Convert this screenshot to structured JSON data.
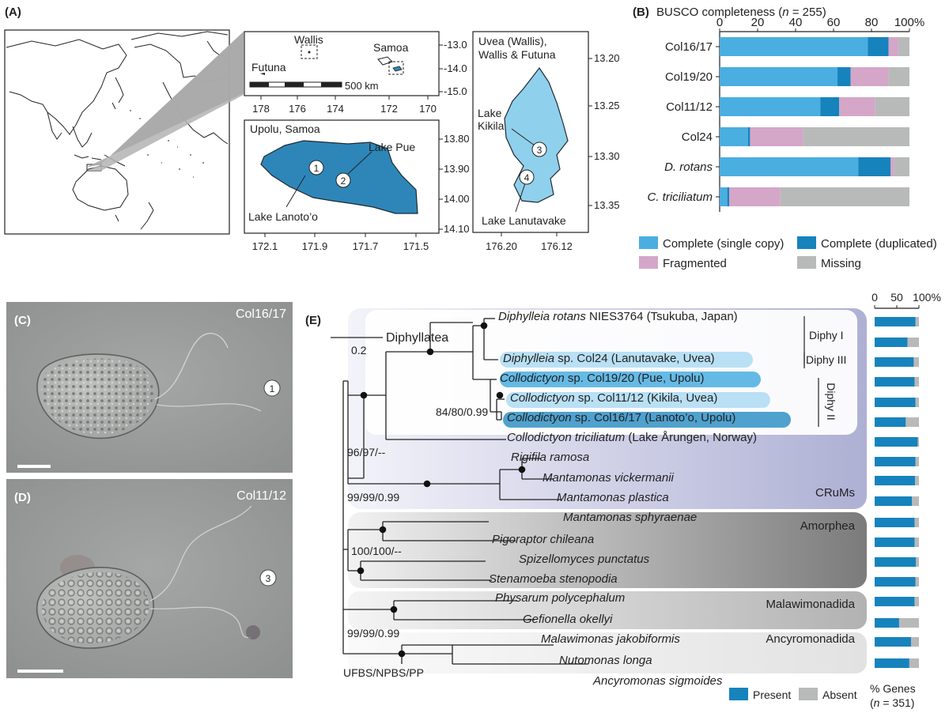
{
  "panels": {
    "a": "(A)",
    "b": "(B)",
    "c": "(C)",
    "d": "(D)",
    "e": "(E)"
  },
  "map": {
    "wallis": "Wallis",
    "futuna": "Futuna",
    "samoa": "Samoa",
    "scale": "500 km",
    "samoa_ticks": [
      "-13.0",
      "-14.0",
      "-15.0"
    ],
    "region_lon": [
      "178",
      "176",
      "174",
      "172",
      "170"
    ],
    "upolu_title": "Upolu, Samoa",
    "upolu_lat": [
      "13.80",
      "13.90",
      "14.00",
      "14.10"
    ],
    "upolu_lon": [
      "172.1",
      "171.9",
      "171.7",
      "171.5"
    ],
    "lake_pue": "Lake Pue",
    "lake_lanotoo": "Lake Lanoto’o",
    "uvea_title": [
      "Uvea (Wallis),",
      "Wallis & Futuna"
    ],
    "uvea_lat": [
      "13.20",
      "13.25",
      "13.30",
      "13.35"
    ],
    "uvea_lon": [
      "176.20",
      "176.12"
    ],
    "lake_kikila": [
      "Lake",
      "Kikila"
    ],
    "lake_lanutavake": "Lake Lanutavake",
    "sites": [
      "1",
      "2",
      "3",
      "4"
    ]
  },
  "busco": {
    "title_prefix": "BUSCO completeness (",
    "title_n": "n",
    "title_suffix": " = 255)",
    "ticks": [
      "0",
      "20",
      "40",
      "60",
      "80",
      "100%"
    ],
    "legend": [
      "Complete (single copy)",
      "Complete (duplicated)",
      "Fragmented",
      "Missing"
    ],
    "colors": {
      "single": "#4aaee0",
      "dup": "#1683bd",
      "frag": "#d4a6c8",
      "miss": "#b8baba"
    }
  },
  "chart_data": {
    "type": "bar",
    "title": "BUSCO completeness (n = 255)",
    "orientation": "horizontal-stacked",
    "xlim": [
      0,
      100
    ],
    "categories": [
      "Col16/17",
      "Col19/20",
      "Col11/12",
      "Col24",
      "D. rotans",
      "C. triciliatum"
    ],
    "series": [
      {
        "name": "Complete (single copy)",
        "values": [
          78,
          62,
          53,
          15,
          73,
          4
        ]
      },
      {
        "name": "Complete (duplicated)",
        "values": [
          11,
          7,
          10,
          1,
          17,
          1
        ]
      },
      {
        "name": "Fragmented",
        "values": [
          5,
          20,
          19,
          28,
          2,
          27
        ]
      },
      {
        "name": "Missing",
        "values": [
          6,
          11,
          18,
          56,
          8,
          68
        ]
      }
    ]
  },
  "micro": {
    "c_label": "Col16/17",
    "c_site": "1",
    "d_label": "Col11/12",
    "d_site": "3"
  },
  "tree": {
    "scale": "0.2",
    "diphyllatea": "Diphyllatea",
    "supports": [
      "96/97/--",
      "99/99/0.99",
      "100/100/--",
      "99/99/0.99",
      "84/80/0.99"
    ],
    "footer": "UFBS/NPBS/PP",
    "groups": {
      "diphy1": "Diphy I",
      "diphy3": "Diphy III",
      "diphy2": "Diphy II",
      "crums": "CRuMs",
      "amorphea": "Amorphea",
      "malawimonadida": "Malawimonadida",
      "ancyromonadida": "Ancyromonadida"
    },
    "taxa": [
      {
        "it": "Diphylleia rotans",
        "rest": " NIES3764 (Tsukuba, Japan)"
      },
      {
        "it": "Diphylleia",
        "rest": " sp. Col24 (Lanutavake, Uvea)"
      },
      {
        "it": "Collodictyon",
        "rest": " sp. Col19/20 (Pue, Upolu)"
      },
      {
        "it": "Collodictyon",
        "rest": " sp. Col11/12 (Kikila, Uvea)"
      },
      {
        "it": "Collodictyon",
        "rest": " sp. Col16/17 (Lanoto’o, Upolu)"
      },
      {
        "it": "Collodictyon triciliatum",
        "rest": " (Lake Årungen, Norway)"
      },
      {
        "it": "Rigifila ramosa",
        "rest": ""
      },
      {
        "it": "Mantamonas vickermanii",
        "rest": ""
      },
      {
        "it": "Mantamonas plastica",
        "rest": ""
      },
      {
        "it": "Mantamonas sphyraenae",
        "rest": ""
      },
      {
        "it": "Pigoraptor chileana",
        "rest": ""
      },
      {
        "it": "Spizellomyces punctatus",
        "rest": ""
      },
      {
        "it": "Stenamoeba stenopodia",
        "rest": ""
      },
      {
        "it": "Physarum polycephalum",
        "rest": ""
      },
      {
        "it": "Gefionella okellyi",
        "rest": ""
      },
      {
        "it": "Malawimonas jakobiformis",
        "rest": ""
      },
      {
        "it": "Nutomonas longa",
        "rest": ""
      },
      {
        "it": "Ancyromonas sigmoides",
        "rest": ""
      }
    ]
  },
  "genes": {
    "ticks": [
      "0",
      "50",
      "100%"
    ],
    "present_label": "Present",
    "absent_label": "Absent",
    "caption_1": "% Genes",
    "caption_n": "n",
    "caption_2": " = 351)",
    "present_pct": [
      92,
      74,
      88,
      90,
      92,
      70,
      97,
      92,
      91,
      84,
      90,
      90,
      93,
      92,
      90,
      55,
      82,
      78
    ]
  }
}
